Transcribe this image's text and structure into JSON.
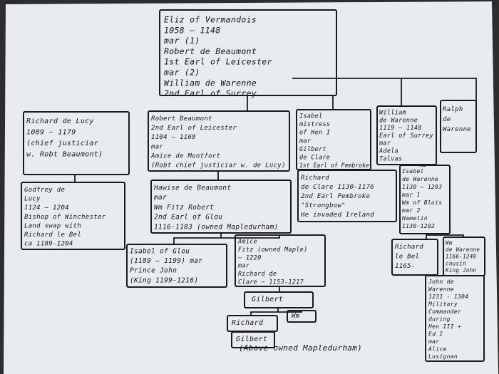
{
  "title": "",
  "people": [
    {
      "id": "eliz",
      "lines": [
        "Eliz of Vermandois",
        "1058 — 1148",
        "mar (1)",
        "Robert de Beaumont",
        "1st Earl of Leicester",
        "mar (2)",
        "William de Warenne",
        "2nd Earl of Surrey"
      ]
    },
    {
      "id": "richard-de-lucy",
      "lines": [
        "Richard de Lucy",
        "1089 — 1179",
        "(chief justiciar",
        "w. Robt Beaumont)"
      ]
    },
    {
      "id": "godfrey-de-lucy",
      "lines": [
        "Godfrey de",
        "Lucy",
        "1124 — 1204",
        "Bishop of Winchester",
        "Land swap with",
        "Richard le Bel",
        "ca 1189-1204"
      ]
    },
    {
      "id": "robert-beaumont",
      "lines": [
        "Robert Beaumont",
        "2nd Earl of Leicester",
        "1104 — 1168",
        "mar",
        "Amice de Montfort",
        "(Robt chief justiciar w. de Lucy)"
      ]
    },
    {
      "id": "isabel-mistress",
      "lines": [
        "Isabel",
        "mistress",
        "of Hen I",
        "mar",
        "Gilbert",
        "de Clare",
        "1st Earl of Pembroke"
      ]
    },
    {
      "id": "william-de-warenne",
      "lines": [
        "William",
        "de Warenne",
        "1119 — 1148",
        "Earl of Surrey",
        "mar",
        "Adela",
        "Talvas"
      ]
    },
    {
      "id": "ralph",
      "lines": [
        "Ralph",
        "de",
        "Warenne"
      ]
    },
    {
      "id": "hawise",
      "lines": [
        "Hawise de Beaumont",
        "mar",
        "Wm Fitz Robert",
        "2nd Earl of Glou",
        "1116-1183 (owned Mapledurham)"
      ]
    },
    {
      "id": "strongbow",
      "lines": [
        "Richard",
        "de Clare 1130-1176",
        "2nd Earl Pembroke",
        "\"Strongbow\"",
        "He invaded Ireland"
      ]
    },
    {
      "id": "isabel-de-warenne",
      "lines": [
        "Isabel",
        "de Warenne",
        "1130 — 1203",
        "mar 1",
        "Wm of Blois",
        "mar 2",
        "Hamelin",
        "1130-1202"
      ]
    },
    {
      "id": "isabel-of-glou",
      "lines": [
        "Isabel of Glou",
        "(1189 — 1199) mar",
        "Prince John",
        "(King 1199-1216)"
      ]
    },
    {
      "id": "amice",
      "lines": [
        "Amice",
        "Fitz (owned Maple)",
        "— 1220",
        "mar",
        "Richard de",
        "Clare — 1153-1217"
      ]
    },
    {
      "id": "richard-le-bel",
      "lines": [
        "Richard",
        "le Bel",
        "1165-"
      ]
    },
    {
      "id": "wm-de-warenne",
      "lines": [
        "Wm",
        "de Warenne",
        "1166-1240",
        "cousin",
        "King John"
      ]
    },
    {
      "id": "gilbert-1",
      "lines": [
        "Gilbert"
      ]
    },
    {
      "id": "wm-small",
      "lines": [
        "Wm"
      ]
    },
    {
      "id": "richard-small",
      "lines": [
        "Richard"
      ]
    },
    {
      "id": "gilbert-2",
      "lines": [
        "Gilbert"
      ]
    },
    {
      "id": "john-de-warenne",
      "lines": [
        "John de",
        "Warenne",
        "1231 - 1304",
        "Military",
        "Commander",
        "during",
        "Hen III +",
        "Ed I",
        "mar",
        "Alice",
        "Lusignan"
      ]
    }
  ],
  "footnote": "(Above owned Mapledurham)"
}
